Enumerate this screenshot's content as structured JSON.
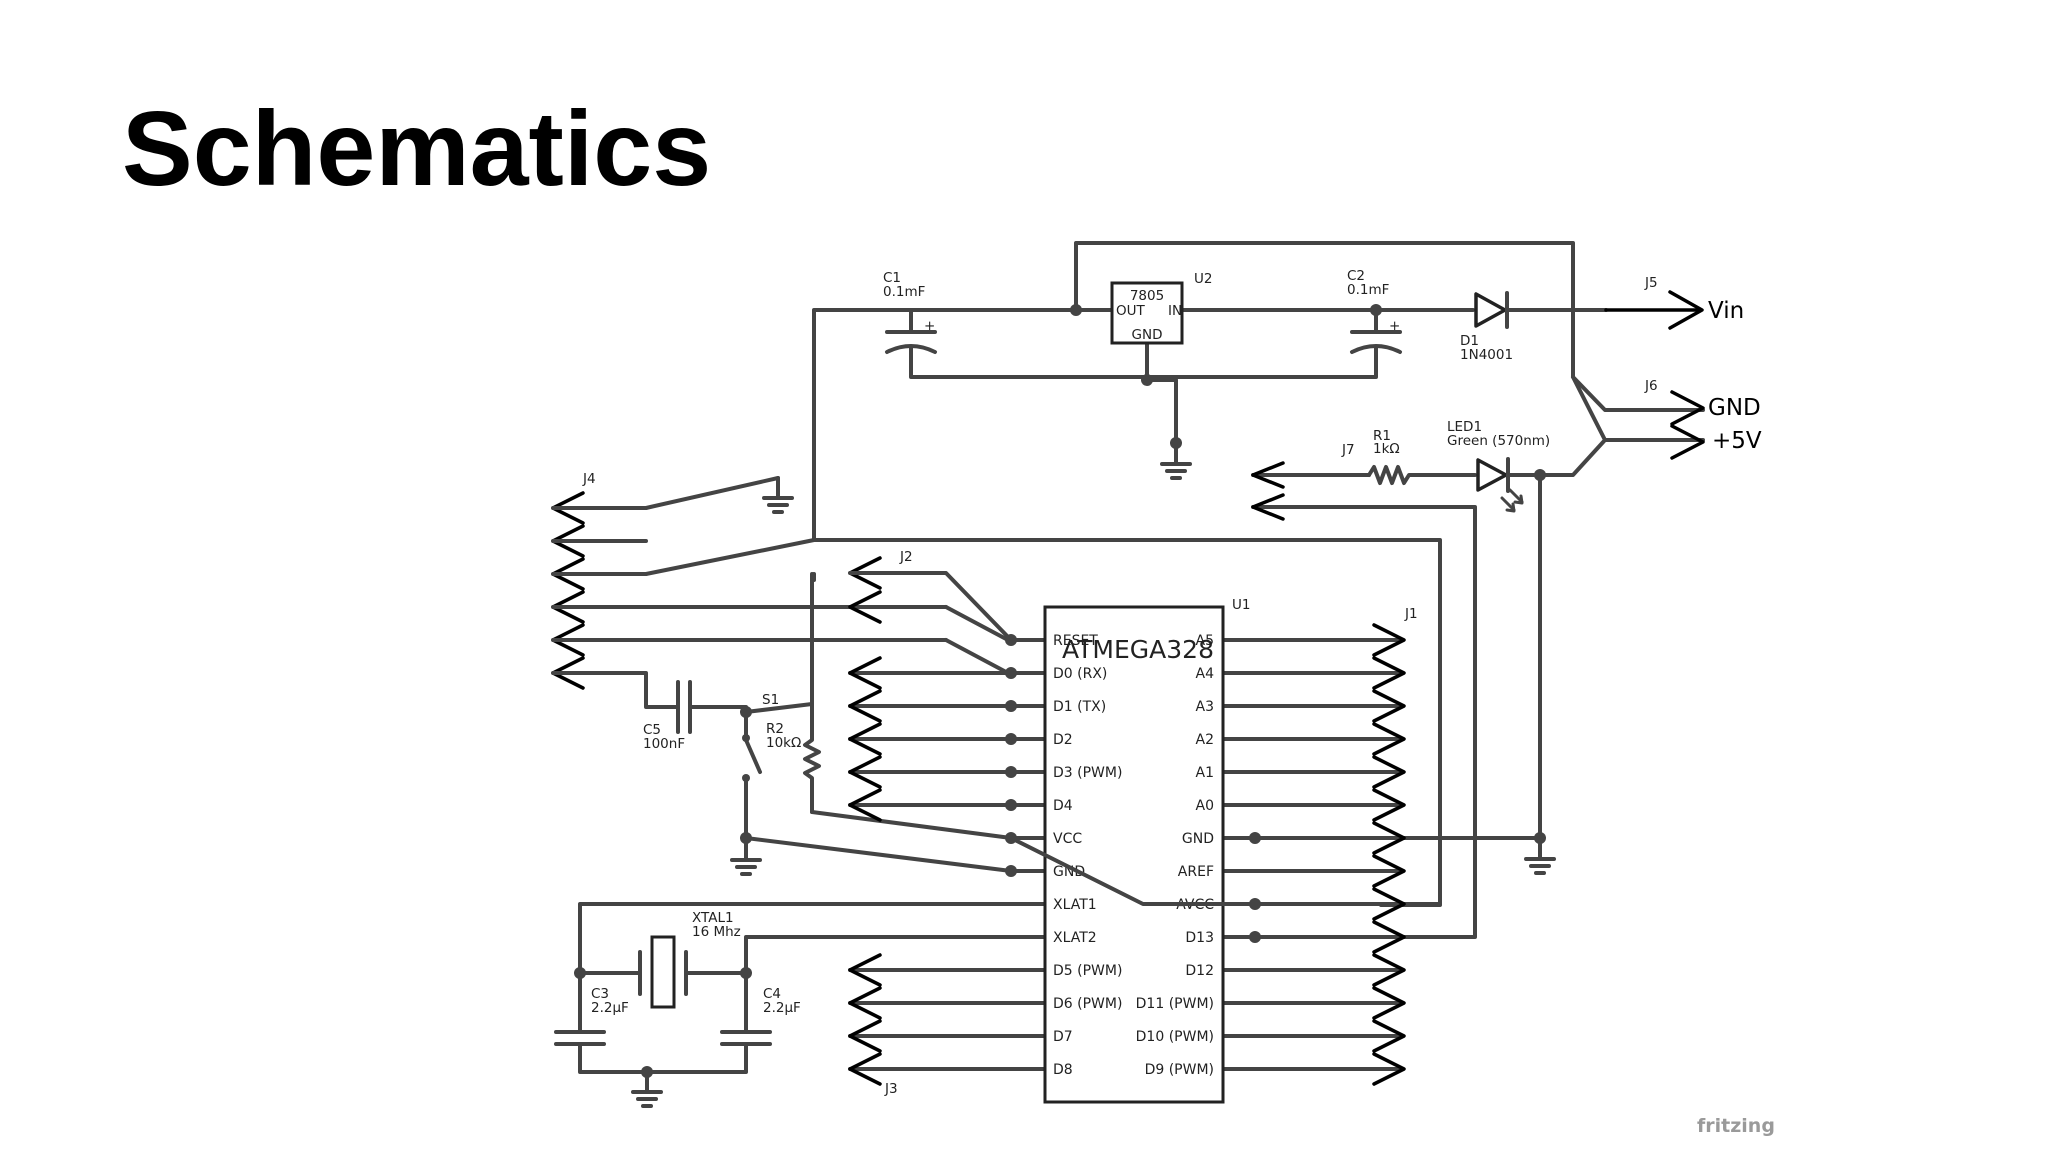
{
  "slide": {
    "title": "Schematics"
  },
  "connectors": {
    "j1": "J1",
    "j2": "J2",
    "j3": "J3",
    "j4": "J4",
    "j5": "J5",
    "j6": "J6",
    "j7": "J7",
    "vin": "Vin",
    "gnd": "GND",
    "plus5v": "+5V"
  },
  "components": {
    "u2": {
      "ref": "U2",
      "value": "7805",
      "out": "OUT",
      "in": "IN",
      "gnd": "GND"
    },
    "c1": {
      "ref": "C1",
      "value": "0.1mF"
    },
    "c2": {
      "ref": "C2",
      "value": "0.1mF"
    },
    "d1": {
      "ref": "D1",
      "value": "1N4001"
    },
    "r1": {
      "ref": "R1",
      "value": "1kΩ"
    },
    "led1": {
      "ref": "LED1",
      "value": "Green (570nm)"
    },
    "c5": {
      "ref": "C5",
      "value": "100nF"
    },
    "s1": {
      "ref": "S1"
    },
    "r2": {
      "ref": "R2",
      "value": "10kΩ"
    },
    "xtal1": {
      "ref": "XTAL1",
      "value": "16 Mhz"
    },
    "c3": {
      "ref": "C3",
      "value": "2.2µF"
    },
    "c4": {
      "ref": "C4",
      "value": "2.2µF"
    },
    "u1": {
      "ref": "U1",
      "name": "ATMEGA328",
      "left_pins": [
        "RESET",
        "D0 (RX)",
        "D1 (TX)",
        "D2",
        "D3 (PWM)",
        "D4",
        "VCC",
        "GND",
        "XLAT1",
        "XLAT2",
        "D5 (PWM)",
        "D6 (PWM)",
        "D7",
        "D8"
      ],
      "right_pins": [
        "A5",
        "A4",
        "A3",
        "A2",
        "A1",
        "A0",
        "GND",
        "AREF",
        "AVCC",
        "D13",
        "D12",
        "D11 (PWM)",
        "D10 (PWM)",
        "D9 (PWM)"
      ]
    }
  },
  "capacitor_polarity": "+",
  "footer": {
    "logo": "fritzing"
  },
  "colors": {
    "wire": "#444444",
    "lead": "#2d7a2d",
    "arrow": "#000000",
    "title": "#000000",
    "logo": "#9a9a9a"
  }
}
